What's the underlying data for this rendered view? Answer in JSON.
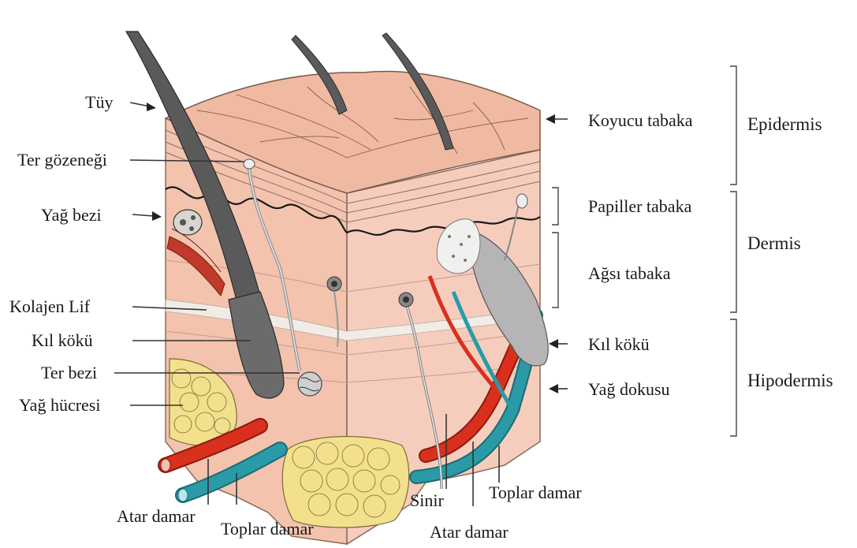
{
  "labels_left": {
    "tuy": "Tüy",
    "ter_gozenegi": "Ter gözeneği",
    "yag_bezi": "Yağ bezi",
    "kolajen_lif": "Kolajen Lif",
    "kil_koku": "Kıl kökü",
    "ter_bezi": "Ter bezi",
    "yag_hucresi": "Yağ hücresi"
  },
  "labels_bottom": {
    "atar_damar_left": "Atar damar",
    "toplar_damar_left": "Toplar damar",
    "sinir": "Sinir",
    "atar_damar_right": "Atar damar",
    "toplar_damar_right": "Toplar damar"
  },
  "labels_right": {
    "koyucu_tabaka": "Koyucu tabaka",
    "papiller_tabaka": "Papiller tabaka",
    "agsi_tabaka": "Ağsı tabaka",
    "kil_koku": "Kıl kökü",
    "yag_dokusu": "Yağ dokusu"
  },
  "layers": {
    "epidermis": "Epidermis",
    "dermis": "Dermis",
    "hipodermis": "Hipodermis"
  },
  "colors": {
    "skin_top": "#f0b9a1",
    "skin_side": "#f6cdbd",
    "skin_front": "#f3c3ae",
    "artery": "#d9301e",
    "vein": "#2a9aa6",
    "fat": "#f3e08c",
    "hair": "#555555"
  }
}
